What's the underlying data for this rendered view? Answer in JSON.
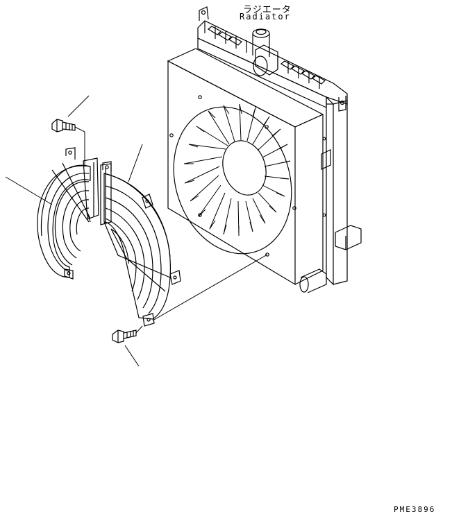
{
  "labels": {
    "radiator_jp": "ラジエータ",
    "radiator_en": "Radiator",
    "drawing_number": "PME3896"
  }
}
